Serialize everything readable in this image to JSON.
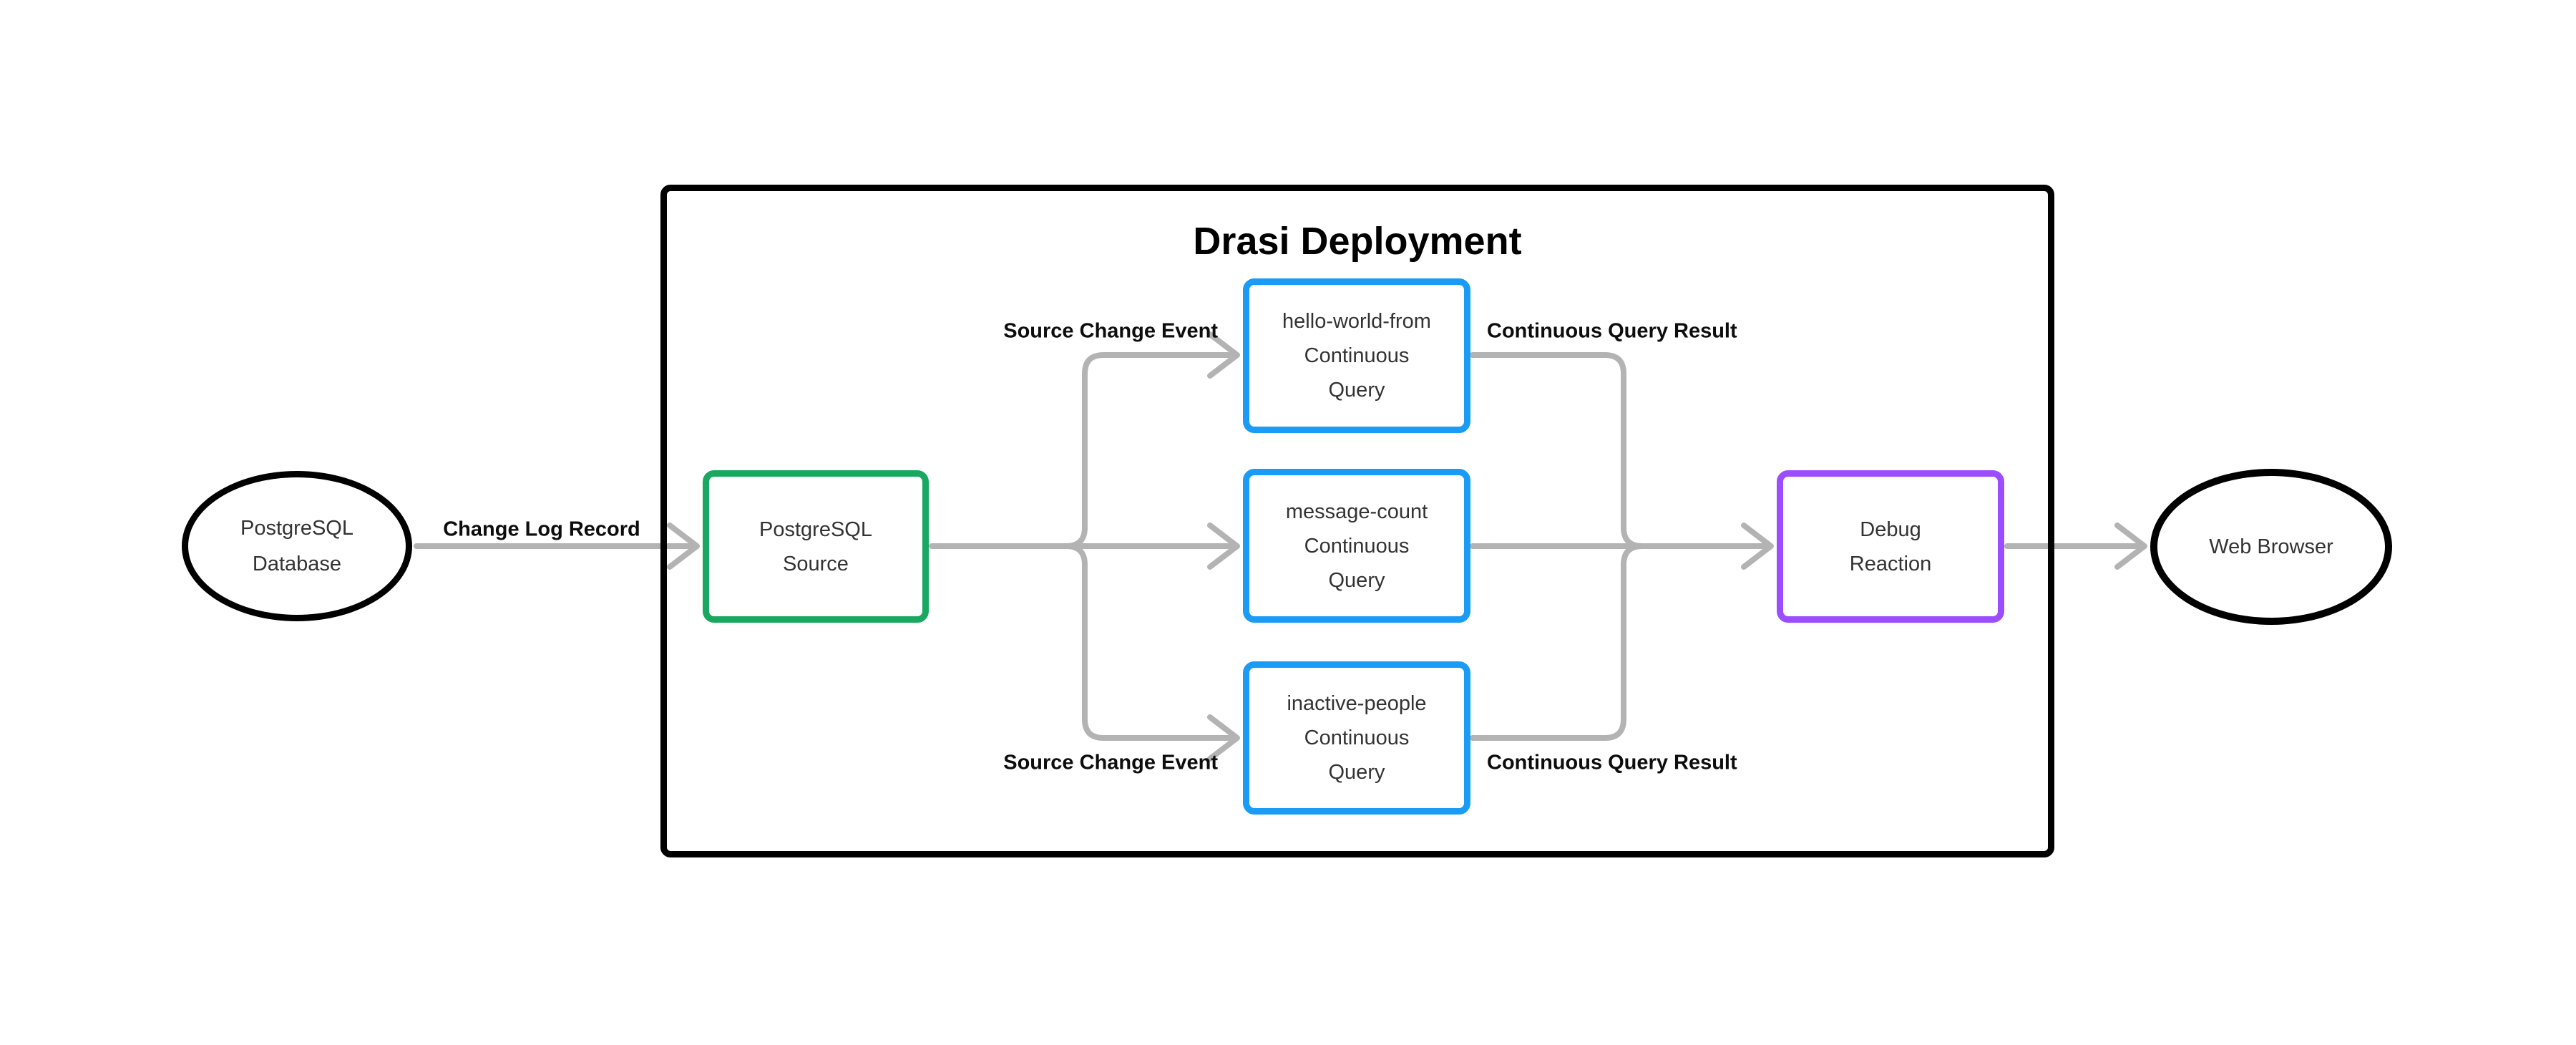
{
  "diagram": {
    "title": "Drasi Deployment",
    "nodes": {
      "postgres_database": {
        "label": "PostgreSQL\nDatabase",
        "shape": "ellipse",
        "border_color": "#000000"
      },
      "postgres_source": {
        "label": "PostgreSQL\nSource",
        "shape": "rect",
        "border_color": "#18a85f"
      },
      "query_hello_world": {
        "label": "hello-world-from\nContinuous\nQuery",
        "shape": "rect",
        "border_color": "#1a9bf5"
      },
      "query_message_count": {
        "label": "message-count\nContinuous\nQuery",
        "shape": "rect",
        "border_color": "#1a9bf5"
      },
      "query_inactive_people": {
        "label": "inactive-people\nContinuous\nQuery",
        "shape": "rect",
        "border_color": "#1a9bf5"
      },
      "debug_reaction": {
        "label": "Debug\nReaction",
        "shape": "rect",
        "border_color": "#9b4dff"
      },
      "web_browser": {
        "label": "Web Browser",
        "shape": "ellipse",
        "border_color": "#000000"
      }
    },
    "edge_labels": {
      "change_log_record": "Change Log Record",
      "source_change_event_top": "Source Change Event",
      "source_change_event_bottom": "Source Change Event",
      "continuous_query_result_top": "Continuous Query Result",
      "continuous_query_result_bottom": "Continuous Query Result"
    },
    "colors": {
      "connector": "#b3b3b3",
      "node_text": "#333333",
      "label_text": "#0d0d0d",
      "green": "#18a85f",
      "blue": "#1a9bf5",
      "purple": "#9b4dff",
      "black": "#000000"
    }
  }
}
